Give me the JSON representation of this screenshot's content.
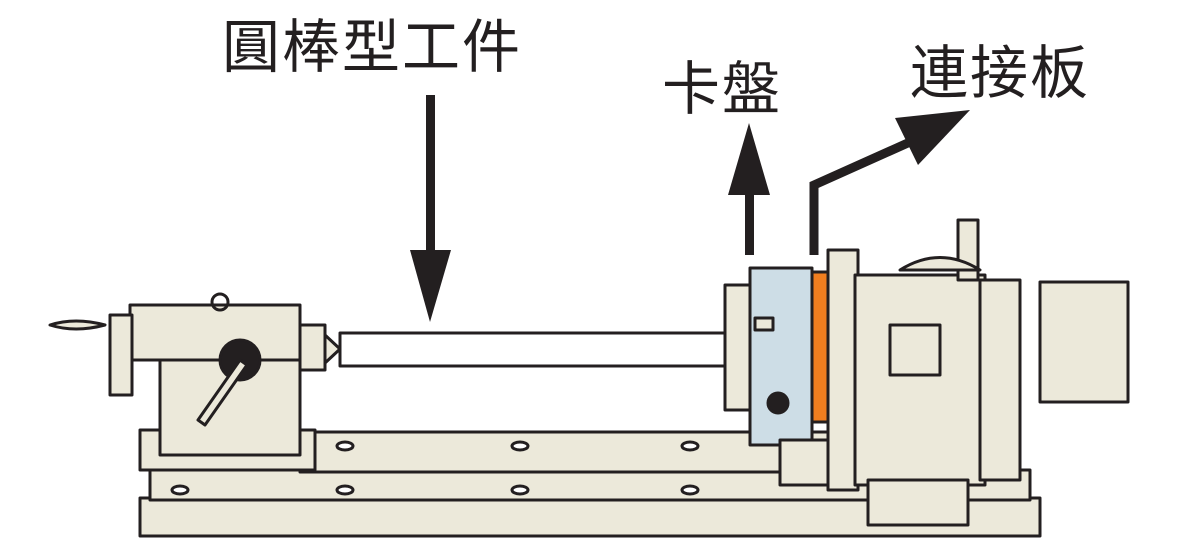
{
  "labels": {
    "workpiece": "圓棒型工件",
    "chuck": "卡盤",
    "adapter_plate": "連接板"
  },
  "colors": {
    "body": "#ece9da",
    "chuck": "#cddde6",
    "adapter_plate": "#f07e1f",
    "outline": "#231f20",
    "workpiece": "#ffffff"
  }
}
